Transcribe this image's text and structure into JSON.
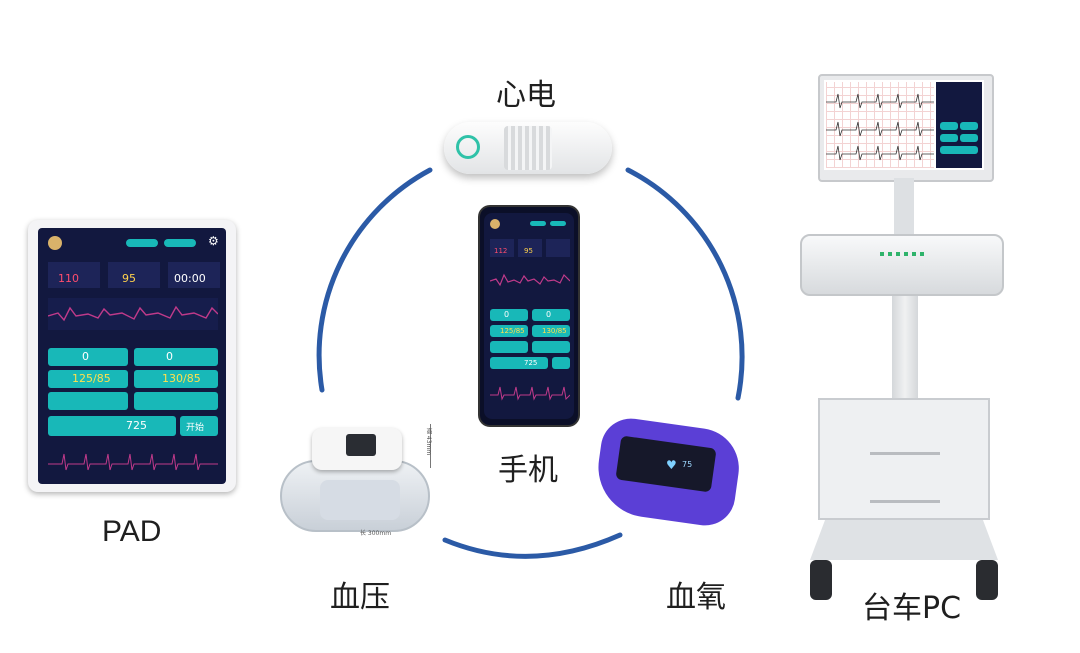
{
  "labels": {
    "ecg": "心电",
    "phone": "手机",
    "pad": "PAD",
    "bp": "血压",
    "spo2": "血氧",
    "cart": "台车PC"
  },
  "pad_screen": {
    "heart_rate": "110",
    "spo2": "95",
    "timer": "00:00",
    "metric_zero_a": "0",
    "metric_zero_b": "0",
    "bp_a": "125/85",
    "bp_b": "130/85",
    "big_value": "725",
    "start": "开始"
  },
  "phone_screen": {
    "heart_rate": "112",
    "spo2": "95",
    "zero_a": "0",
    "zero_b": "0",
    "bp_a": "125/85",
    "bp_b": "130/85",
    "big_value": "725"
  },
  "oximeter_screen": {
    "reading": "75"
  },
  "bp_device": {
    "dim_height": "高 43mm",
    "dim_width": "长 300mm"
  },
  "colors": {
    "ring": "#2b5aa6",
    "screen_bg": "#12183f",
    "teal": "#18b8b8",
    "band": "#5b3fd6"
  }
}
